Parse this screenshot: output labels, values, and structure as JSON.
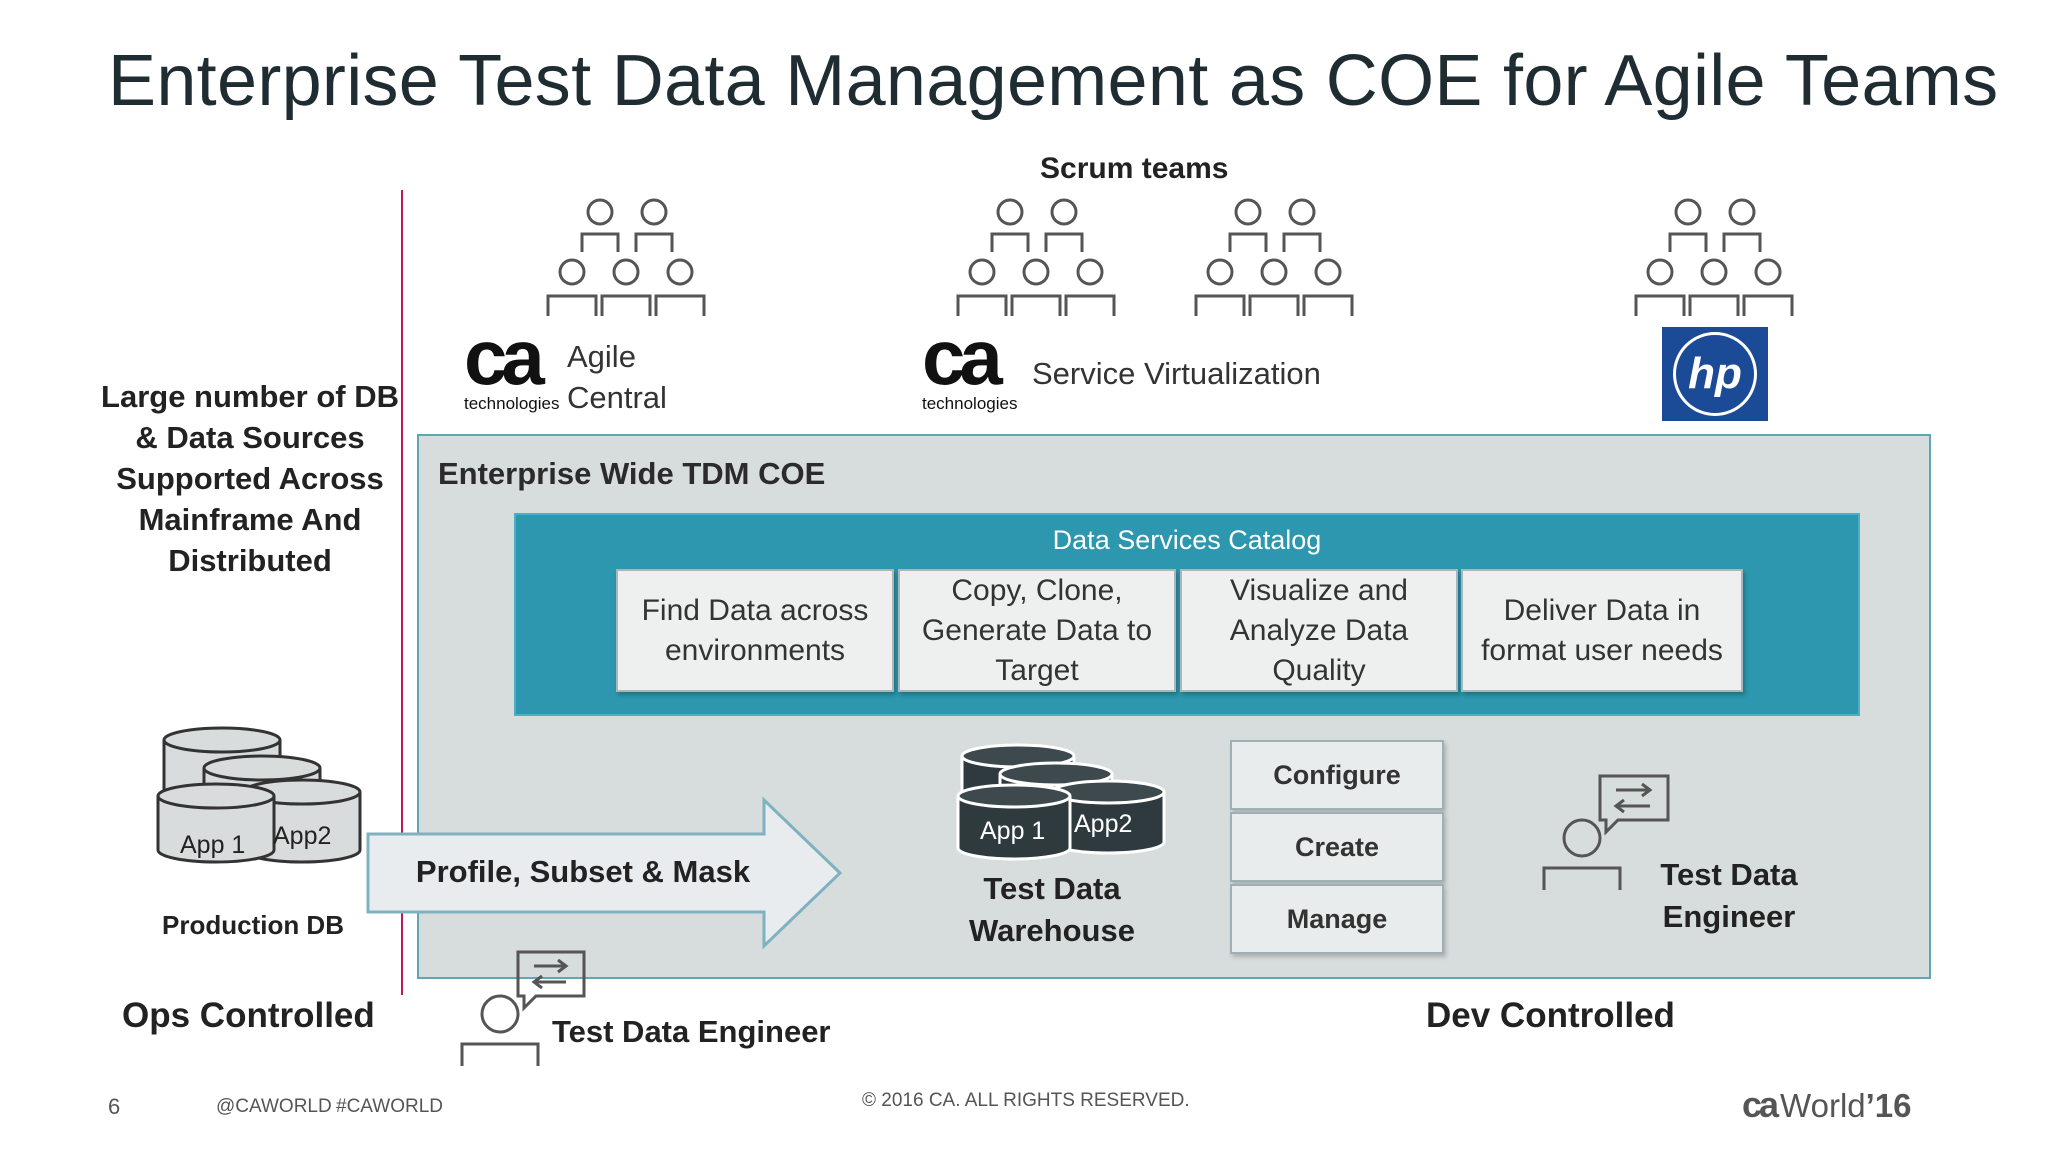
{
  "slide_title": "Enterprise Test Data Management as COE for Agile Teams",
  "scrum_label": "Scrum teams",
  "left_text": "Large number of DB & Data Sources Supported Across Mainframe And Distributed",
  "ca_logo": {
    "text": "ca",
    "sub": "technologies"
  },
  "agile_central": {
    "line1": "Agile",
    "line2": "Central"
  },
  "service_virtualization": "Service Virtualization",
  "hp_logo": "hp",
  "coe_title": "Enterprise Wide TDM COE",
  "catalog_title": "Data Services Catalog",
  "services": [
    "Find Data across environments",
    "Copy, Clone, Generate Data to Target",
    "Visualize and Analyze Data Quality",
    "Deliver Data in format user needs"
  ],
  "production_db": {
    "app1": "App 1",
    "app2": "App2",
    "label": "Production DB"
  },
  "arrow_label": "Profile, Subset & Mask",
  "warehouse": {
    "app1": "App 1",
    "app2": "App2",
    "label_line1": "Test Data",
    "label_line2": "Warehouse"
  },
  "actions": [
    "Configure",
    "Create",
    "Manage"
  ],
  "engineer_right": {
    "line1": "Test Data",
    "line2": "Engineer"
  },
  "engineer_bottom": "Test Data Engineer",
  "ops_controlled": "Ops Controlled",
  "dev_controlled": "Dev Controlled",
  "footer": {
    "page": "6",
    "handle": "@CAWORLD",
    "hashtag": "#CAWORLD",
    "copyright": "© 2016 CA. ALL RIGHTS RESERVED.",
    "brand_ca": "ca",
    "brand_world": "World",
    "brand_year": "’16"
  },
  "colors": {
    "accent_magenta": "#c2185b",
    "coe_background": "#d7dcdc",
    "catalog_teal": "#2c97ae",
    "hp_blue": "#1b4a96",
    "db_dark": "#2f3a3e"
  },
  "icons": [
    "team-icon",
    "database-icon",
    "arrow-right-icon",
    "engineer-icon",
    "chat-exchange-icon"
  ]
}
